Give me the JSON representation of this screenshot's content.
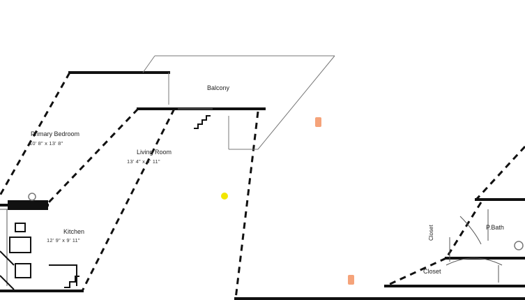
{
  "rooms": {
    "balcony": {
      "name": "Balcony"
    },
    "primary_bedroom": {
      "name": "Primary Bedroom",
      "dims": "10' 8\" x 13' 8\""
    },
    "living_room": {
      "name": "Living Room",
      "dims": "13' 4\" x 9' 11\""
    },
    "kitchen": {
      "name": "Kitchen",
      "dims": "12' 9\" x 9' 11\""
    },
    "bath": {
      "name": "P.Bath"
    },
    "closet_side": {
      "name": "Closet"
    },
    "closet": {
      "name": "Closet"
    }
  },
  "markers": {
    "camera_color": "#f5a37a",
    "position_color": "#f2e600"
  }
}
